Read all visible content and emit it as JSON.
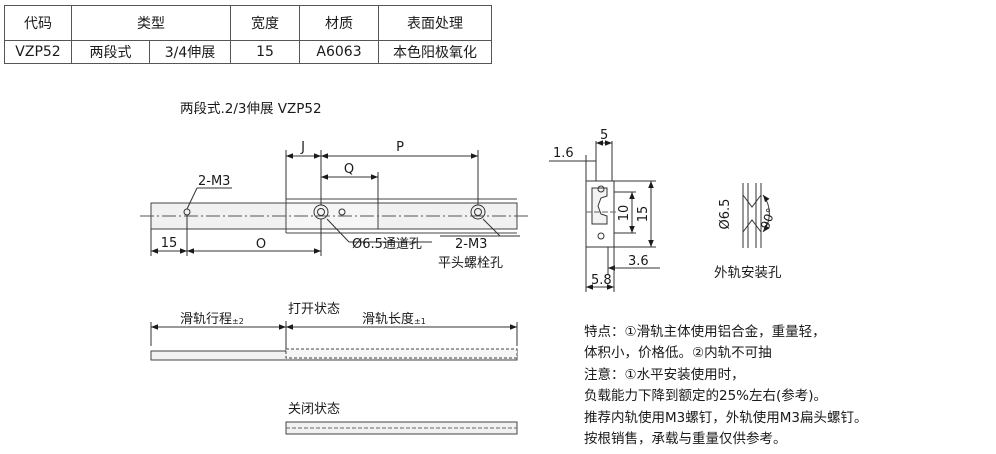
{
  "spec_table": {
    "headers": {
      "code": "代码",
      "type": "类型",
      "width": "宽度",
      "material": "材质",
      "surface": "表面处理"
    },
    "row": {
      "code": "VZP52",
      "type_a": "两段式",
      "type_b": "3/4伸展",
      "width": "15",
      "material": "A6063",
      "surface": "本色阳极氧化"
    }
  },
  "drawing": {
    "title": "两段式.2/3伸展   VZP52",
    "dims": {
      "j": "J",
      "p": "P",
      "q": "Q",
      "hole_left": "2-M3",
      "d15": "15",
      "o": "O",
      "bore": "Ø6.5通道孔",
      "hole_right": "2-M3",
      "hole_right_type": "平头螺栓孔"
    },
    "stroke": {
      "travel_label": "滑轨行程",
      "travel_tol": "±2",
      "open_label": "打开状态",
      "length_label": "滑轨长度",
      "length_tol": "±1",
      "closed_label": "关闭状态"
    },
    "section": {
      "d5": "5",
      "d16": "1.6",
      "d10": "10",
      "d15": "15",
      "d36": "3.6",
      "d58": "5.8"
    },
    "outer_hole": {
      "dia": "Ø6.5",
      "angle": "90°",
      "label": "外轨安装孔"
    }
  },
  "notes": [
    "特点：①滑轨主体使用铝合金，重量轻，",
    "体积小，价格低。②内轨不可抽",
    "注意：①水平安装使用时，",
    "负载能力下降到额定的25%左右(参考)。",
    "推荐内轨使用M3螺钉，外轨使用M3扁头螺钉。",
    "按根销售，承载与重量仅供参考。"
  ]
}
